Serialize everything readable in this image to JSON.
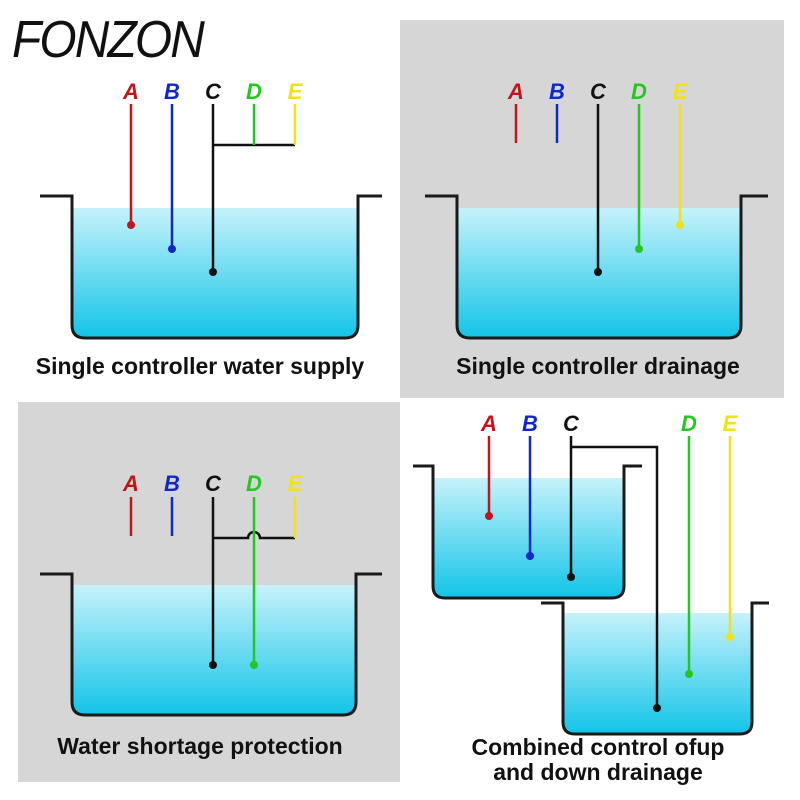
{
  "brand": "FONZON",
  "colors": {
    "A": "#c0151b",
    "B": "#1028c8",
    "C": "#111111",
    "D": "#22c81e",
    "E": "#f2e018",
    "water_top": "#c6f2fb",
    "water_bottom": "#12c4e8",
    "panel_gray": "#d6d6d6"
  },
  "electrodes": [
    "A",
    "B",
    "C",
    "D",
    "E"
  ],
  "panels": [
    {
      "caption": "Single controller water supply"
    },
    {
      "caption": "Single controller drainage"
    },
    {
      "caption": "Water shortage protection"
    },
    {
      "caption_line1": "Combined control ofup",
      "caption_line2": "and down drainage"
    }
  ]
}
